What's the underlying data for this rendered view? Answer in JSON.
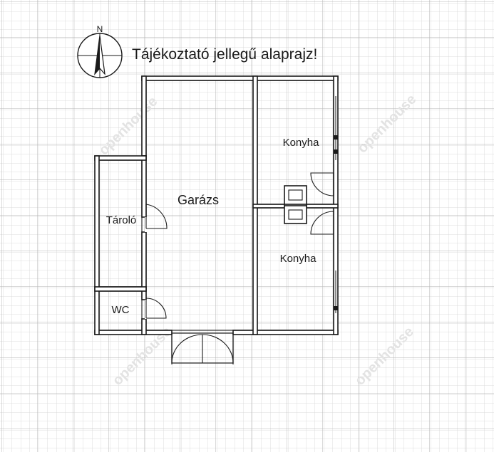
{
  "compass": {
    "north_label": "N"
  },
  "title": "Tájékoztató jellegű alaprajz!",
  "rooms": {
    "garage": "Garázs",
    "kitchen_upper": "Konyha",
    "kitchen_lower": "Konyha",
    "storage": "Tároló",
    "wc": "WC"
  },
  "watermark": "openhouse",
  "colors": {
    "grid": "#c8c8c8",
    "wall": "#1a1a1a",
    "background": "#ffffff"
  }
}
